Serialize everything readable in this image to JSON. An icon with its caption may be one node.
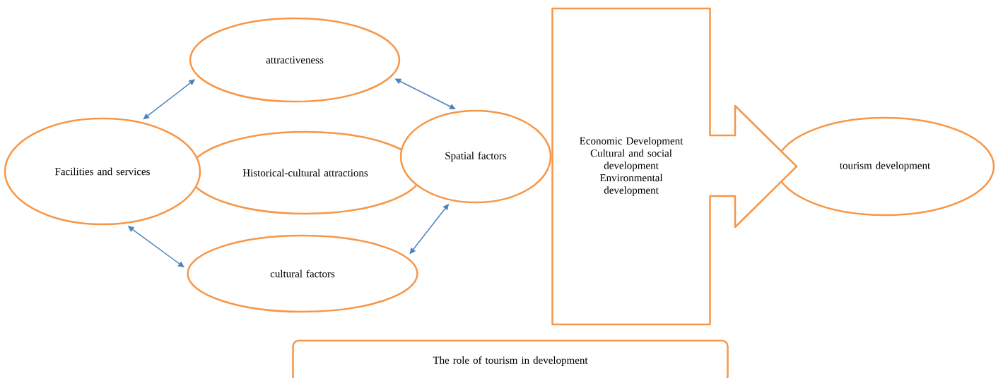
{
  "diagram": {
    "nodes": [
      {
        "text": [
          "attractiveness"
        ]
      },
      {
        "text": [
          "Facilities and services"
        ]
      },
      {
        "text": [
          "Historical-cultural attractions"
        ]
      },
      {
        "text": [
          "Spatial factors"
        ]
      },
      {
        "text": [
          "cultural factors"
        ]
      },
      {
        "text": [
          "Economic Development",
          "Cultural and social development",
          "Environmental development"
        ]
      },
      {
        "text": [
          "tourism development"
        ]
      },
      {
        "text": [
          "The role of tourism in development"
        ]
      }
    ],
    "edges": [
      {
        "from": 1,
        "to": 0,
        "arrow": "both"
      },
      {
        "from": 0,
        "to": 3,
        "arrow": "both"
      },
      {
        "from": 1,
        "to": 4,
        "arrow": "both"
      },
      {
        "from": 4,
        "to": 3,
        "arrow": "both"
      }
    ]
  }
}
